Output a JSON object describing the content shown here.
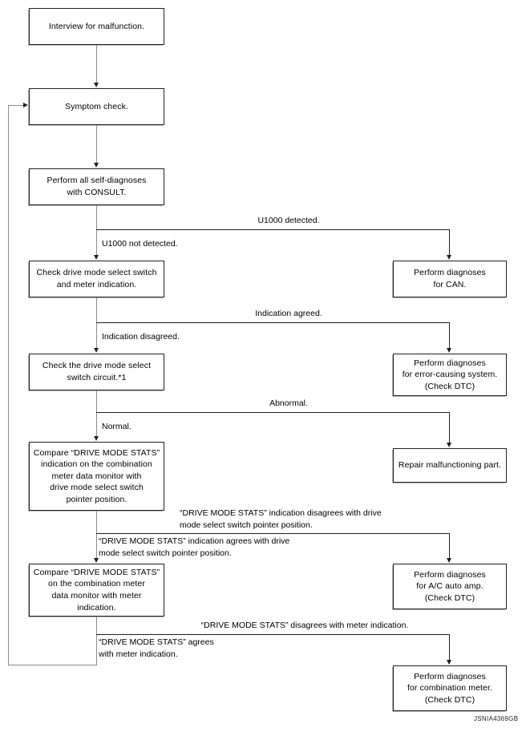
{
  "figure": {
    "code": "JSNIA4369GB",
    "type": "flowchart",
    "title": "Drive mode select switch / combination meter diagnostic work flow"
  },
  "nodes": [
    {
      "id": "interview",
      "label": "Interview for malfunction."
    },
    {
      "id": "symptom",
      "label": "Symptom check."
    },
    {
      "id": "self_diagnoses",
      "label": "Perform all self-diagnoses\nwith CONSULT."
    },
    {
      "id": "check_switch",
      "label": "Check drive mode select switch\nand meter indication."
    },
    {
      "id": "check_circuit",
      "label": "Check the drive mode select\nswitch circuit.*1"
    },
    {
      "id": "compare_pointer",
      "label": "Compare “DRIVE MODE STATS”\nindication on the combination\nmeter data monitor with\ndrive mode select switch\npointer position."
    },
    {
      "id": "compare_meter",
      "label": "Compare “DRIVE MODE STATS”\non the combination meter\ndata monitor with meter indication."
    },
    {
      "id": "diag_can",
      "label": "Perform diagnoses\nfor CAN."
    },
    {
      "id": "diag_error_sys",
      "label": "Perform diagnoses\nfor error-causing system.\n(Check DTC)"
    },
    {
      "id": "repair_part",
      "label": "Repair malfunctioning part."
    },
    {
      "id": "diag_ac_amp",
      "label": "Perform diagnoses\nfor A/C auto amp.\n(Check DTC)"
    },
    {
      "id": "diag_comb_meter",
      "label": "Perform diagnoses\nfor combination meter.\n(Check DTC)"
    }
  ],
  "edge_labels": {
    "u1000_detected": "U1000 detected.",
    "u1000_not_detected": "U1000 not detected.",
    "indication_agreed": "Indication agreed.",
    "indication_disagreed": "Indication disagreed.",
    "abnormal": "Abnormal.",
    "normal": "Normal.",
    "stats_pointer_disagrees": "“DRIVE MODE STATS” indication disagrees with drive\nmode select switch pointer position.",
    "stats_pointer_agrees": "“DRIVE MODE STATS” indication agrees with drive\nmode select switch pointer position.",
    "stats_meter_disagrees": "“DRIVE MODE STATS” disagrees with meter indication.",
    "stats_meter_agrees": "“DRIVE MODE STATS” agrees\nwith meter indication."
  },
  "colors": {
    "line": "#231f20",
    "shadow": "#b9b9b9",
    "background": "#ffffff",
    "text": "#000000"
  }
}
